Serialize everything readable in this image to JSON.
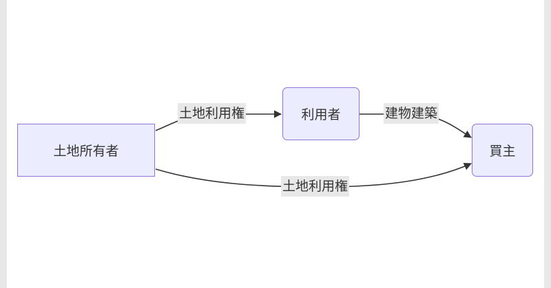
{
  "nodes": {
    "owner": "土地所有者",
    "user": "利用者",
    "buyer": "買主"
  },
  "edges": {
    "owner_to_user": "土地利用権",
    "user_to_buyer": "建物建築",
    "owner_to_buyer": "土地利用権"
  },
  "colors": {
    "node_fill": "#ececff",
    "node_border": "#9370db",
    "edge": "#333333",
    "label_bg": "#e8e8e8"
  }
}
